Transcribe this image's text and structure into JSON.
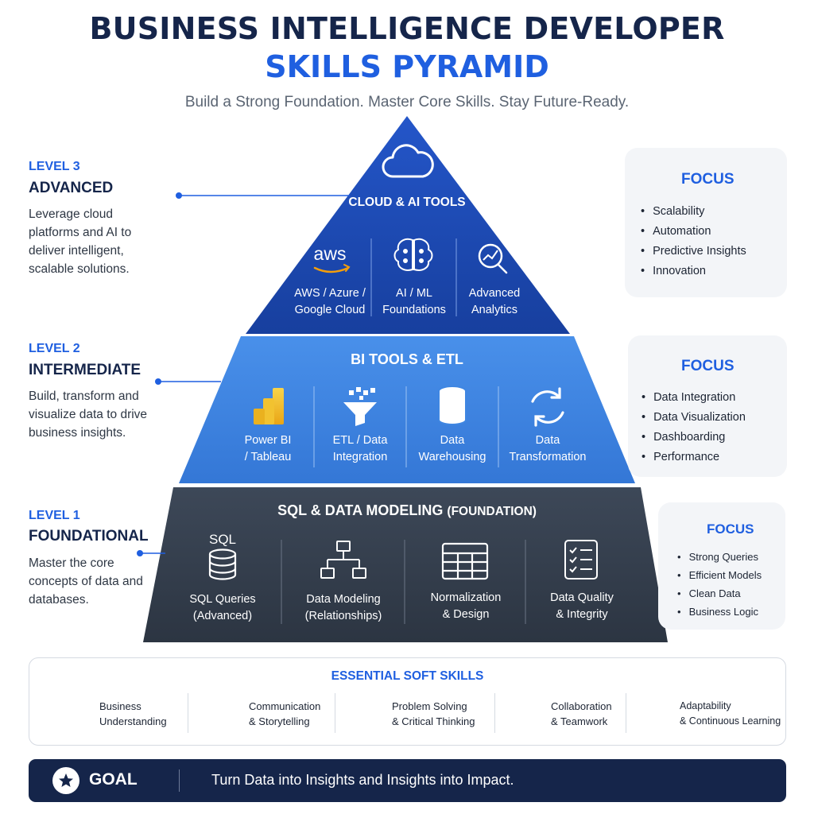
{
  "title_line1": "BUSINESS INTELLIGENCE DEVELOPER",
  "title_line2": "SKILLS PYRAMID",
  "subtitle": "Build a Strong Foundation. Master Core Skills. Stay Future-Ready.",
  "colors": {
    "navy": "#15254a",
    "accent_blue": "#1f5fe0",
    "tier_top": "#1a4bb8",
    "tier_mid": "#3f86e2",
    "tier_base": "#35404f",
    "card_bg": "#f3f5f8"
  },
  "levels": [
    {
      "number": "LEVEL 3",
      "name": "ADVANCED",
      "desc": "Leverage cloud platforms and AI to deliver intelligent, scalable solutions.",
      "tier_title": "CLOUD & AI TOOLS",
      "tier_icon": "cloud-icon",
      "skills": [
        {
          "icon": "aws-logo-icon",
          "icon_text": "aws",
          "label1": "AWS / Azure /",
          "label2": "Google Cloud"
        },
        {
          "icon": "brain-icon",
          "label1": "AI / ML",
          "label2": "Foundations"
        },
        {
          "icon": "analytics-magnifier-icon",
          "label1": "Advanced",
          "label2": "Analytics"
        }
      ],
      "focus_title": "FOCUS",
      "focus_items": [
        "Scalability",
        "Automation",
        "Predictive Insights",
        "Innovation"
      ]
    },
    {
      "number": "LEVEL 2",
      "name": "INTERMEDIATE",
      "desc": "Build, transform and visualize data to drive business insights.",
      "tier_title": "BI TOOLS & ETL",
      "skills": [
        {
          "icon": "power-bi-icon",
          "label1": "Power BI",
          "label2": "/ Tableau"
        },
        {
          "icon": "funnel-icon",
          "label1": "ETL / Data",
          "label2": "Integration"
        },
        {
          "icon": "database-icon",
          "label1": "Data",
          "label2": "Warehousing"
        },
        {
          "icon": "refresh-icon",
          "label1": "Data",
          "label2": "Transformation"
        }
      ],
      "focus_title": "FOCUS",
      "focus_items": [
        "Data Integration",
        "Data Visualization",
        "Dashboarding",
        "Performance"
      ]
    },
    {
      "number": "LEVEL 1",
      "name": "FOUNDATIONAL",
      "desc": "Master the core concepts of data and databases.",
      "tier_title": "SQL & DATA MODELING",
      "tier_title_suffix": "(FOUNDATION)",
      "skills": [
        {
          "icon": "sql-database-icon",
          "icon_text": "SQL",
          "label1": "SQL Queries",
          "label2": "(Advanced)"
        },
        {
          "icon": "hierarchy-icon",
          "label1": "Data Modeling",
          "label2": "(Relationships)"
        },
        {
          "icon": "table-grid-icon",
          "label1": "Normalization",
          "label2": "& Design"
        },
        {
          "icon": "checklist-icon",
          "label1": "Data Quality",
          "label2": "& Integrity"
        }
      ],
      "focus_title": "FOCUS",
      "focus_items": [
        "Strong Queries",
        "Efficient Models",
        "Clean Data",
        "Business Logic"
      ]
    }
  ],
  "soft_skills": {
    "title": "ESSENTIAL SOFT SKILLS",
    "items": [
      {
        "icon": "person-chat-icon",
        "line1": "Business",
        "line2": "Understanding"
      },
      {
        "icon": "team-icon",
        "line1": "Communication",
        "line2": "& Storytelling"
      },
      {
        "icon": "lightbulb-icon",
        "line1": "Problem Solving",
        "line2": "& Critical Thinking"
      },
      {
        "icon": "person-gear-icon",
        "line1": "Collaboration",
        "line2": "& Teamwork"
      },
      {
        "icon": "shield-check-icon",
        "line1": "Adaptability",
        "line2": "& Continuous Learning"
      }
    ]
  },
  "goal": {
    "icon": "star-icon",
    "label": "GOAL",
    "text": "Turn Data into Insights and Insights into Impact."
  }
}
